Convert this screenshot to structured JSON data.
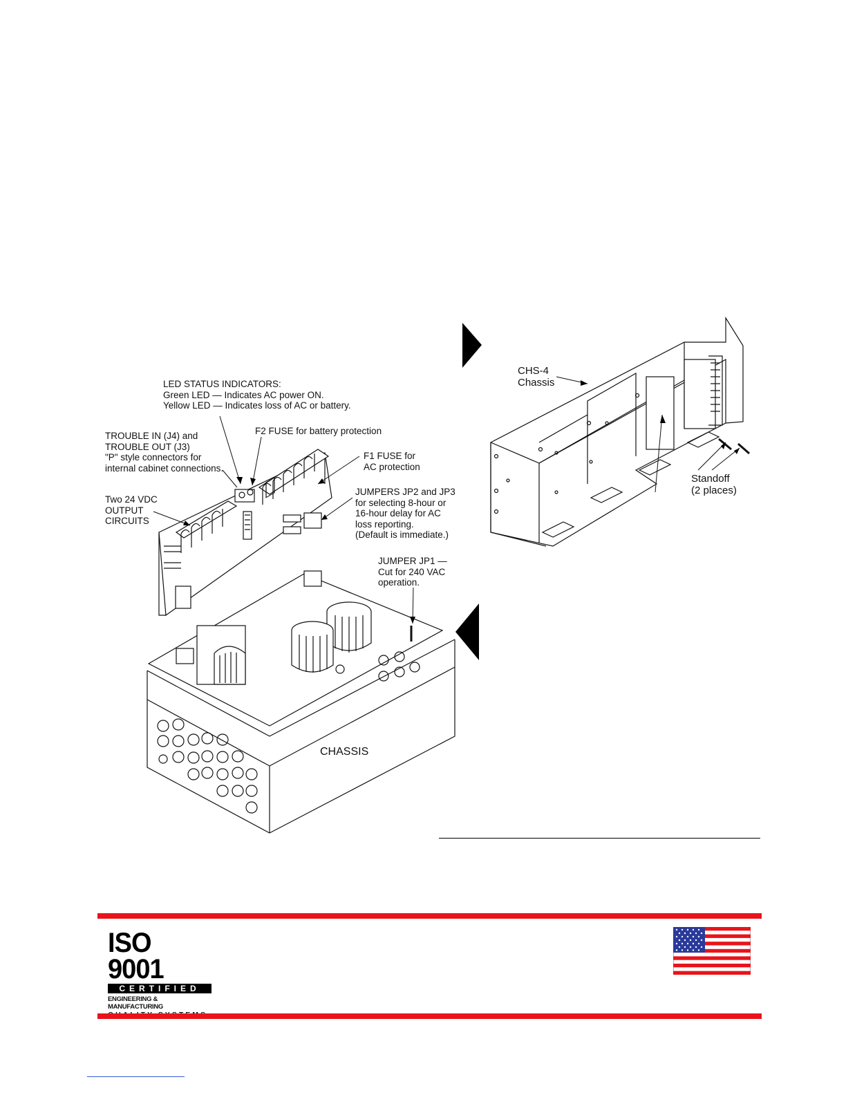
{
  "left_figure": {
    "led_label": [
      "LED STATUS INDICATORS:",
      "Green LED  —  Indicates AC power ON.",
      "Yellow LED  —  Indicates loss of AC or battery."
    ],
    "trouble_label": [
      "TROUBLE IN (J4) and",
      "TROUBLE OUT (J3)",
      "\"P\" style connectors for",
      "internal cabinet connections."
    ],
    "f2_label": "F2 FUSE for battery protection",
    "f1_label": [
      "F1 FUSE for",
      "AC protection"
    ],
    "jumpers_label": [
      "JUMPERS JP2 and JP3",
      "for selecting 8-hour or",
      "16-hour delay for AC",
      "loss reporting.",
      "(Default is immediate.)"
    ],
    "output_label": [
      "Two 24 VDC",
      "OUTPUT",
      "CIRCUITS"
    ],
    "jp1_label": [
      "JUMPER JP1 —",
      "Cut for 240 VAC",
      "operation."
    ],
    "chassis_label": "CHASSIS"
  },
  "right_figure": {
    "chs_label": [
      "CHS-4",
      "Chassis"
    ],
    "standoff_label": [
      "Standoff",
      "(2 places)"
    ]
  },
  "footer": {
    "iso_title": "ISO 9001",
    "iso_certified": "CERTIFIED",
    "iso_eng": "ENGINEERING & MANUFACTURING",
    "iso_qs": "QUALITY SYSTEMS",
    "colors": {
      "rule": "#e8141a",
      "flag_red": "#e8141a",
      "flag_blue": "#2a3a9a"
    }
  }
}
